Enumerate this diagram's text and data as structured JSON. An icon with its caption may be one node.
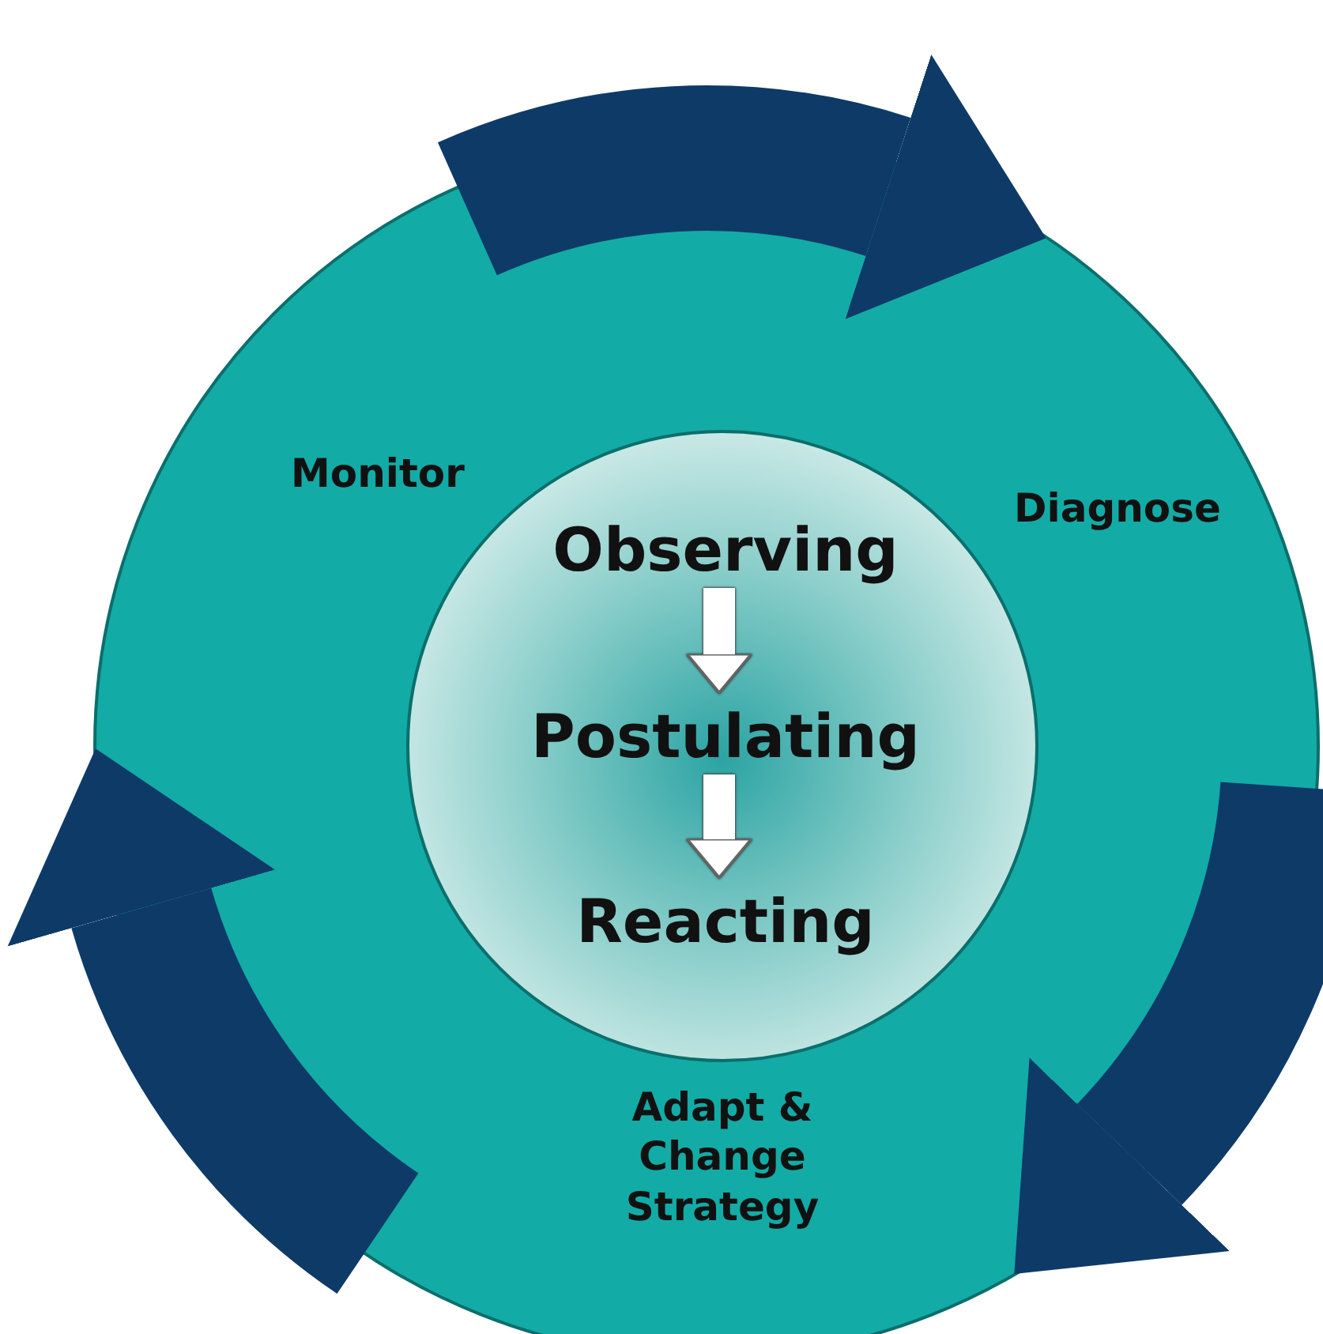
{
  "diagram": {
    "nodes": [
      {
        "text": [],
        "shape": "circle"
      },
      {
        "text": [
          "Monitor"
        ],
        "in": 0
      },
      {
        "text": [
          "Diagnose"
        ],
        "in": 0
      },
      {
        "text": [],
        "shape": "circle",
        "in": 0
      },
      {
        "text": [
          "Observing"
        ],
        "in": 3
      },
      {
        "text": [
          "Postulating"
        ],
        "in": 3
      },
      {
        "text": [
          "Reacting"
        ],
        "in": 3
      },
      {
        "text": [
          "Adapt & Change Strategy"
        ],
        "in": 0
      }
    ],
    "edges": [
      {
        "from": 4,
        "to": 5,
        "arrow": "to",
        "color": "#ffffff"
      },
      {
        "from": 5,
        "to": 6,
        "arrow": "to",
        "color": "#ffffff"
      }
    ]
  }
}
